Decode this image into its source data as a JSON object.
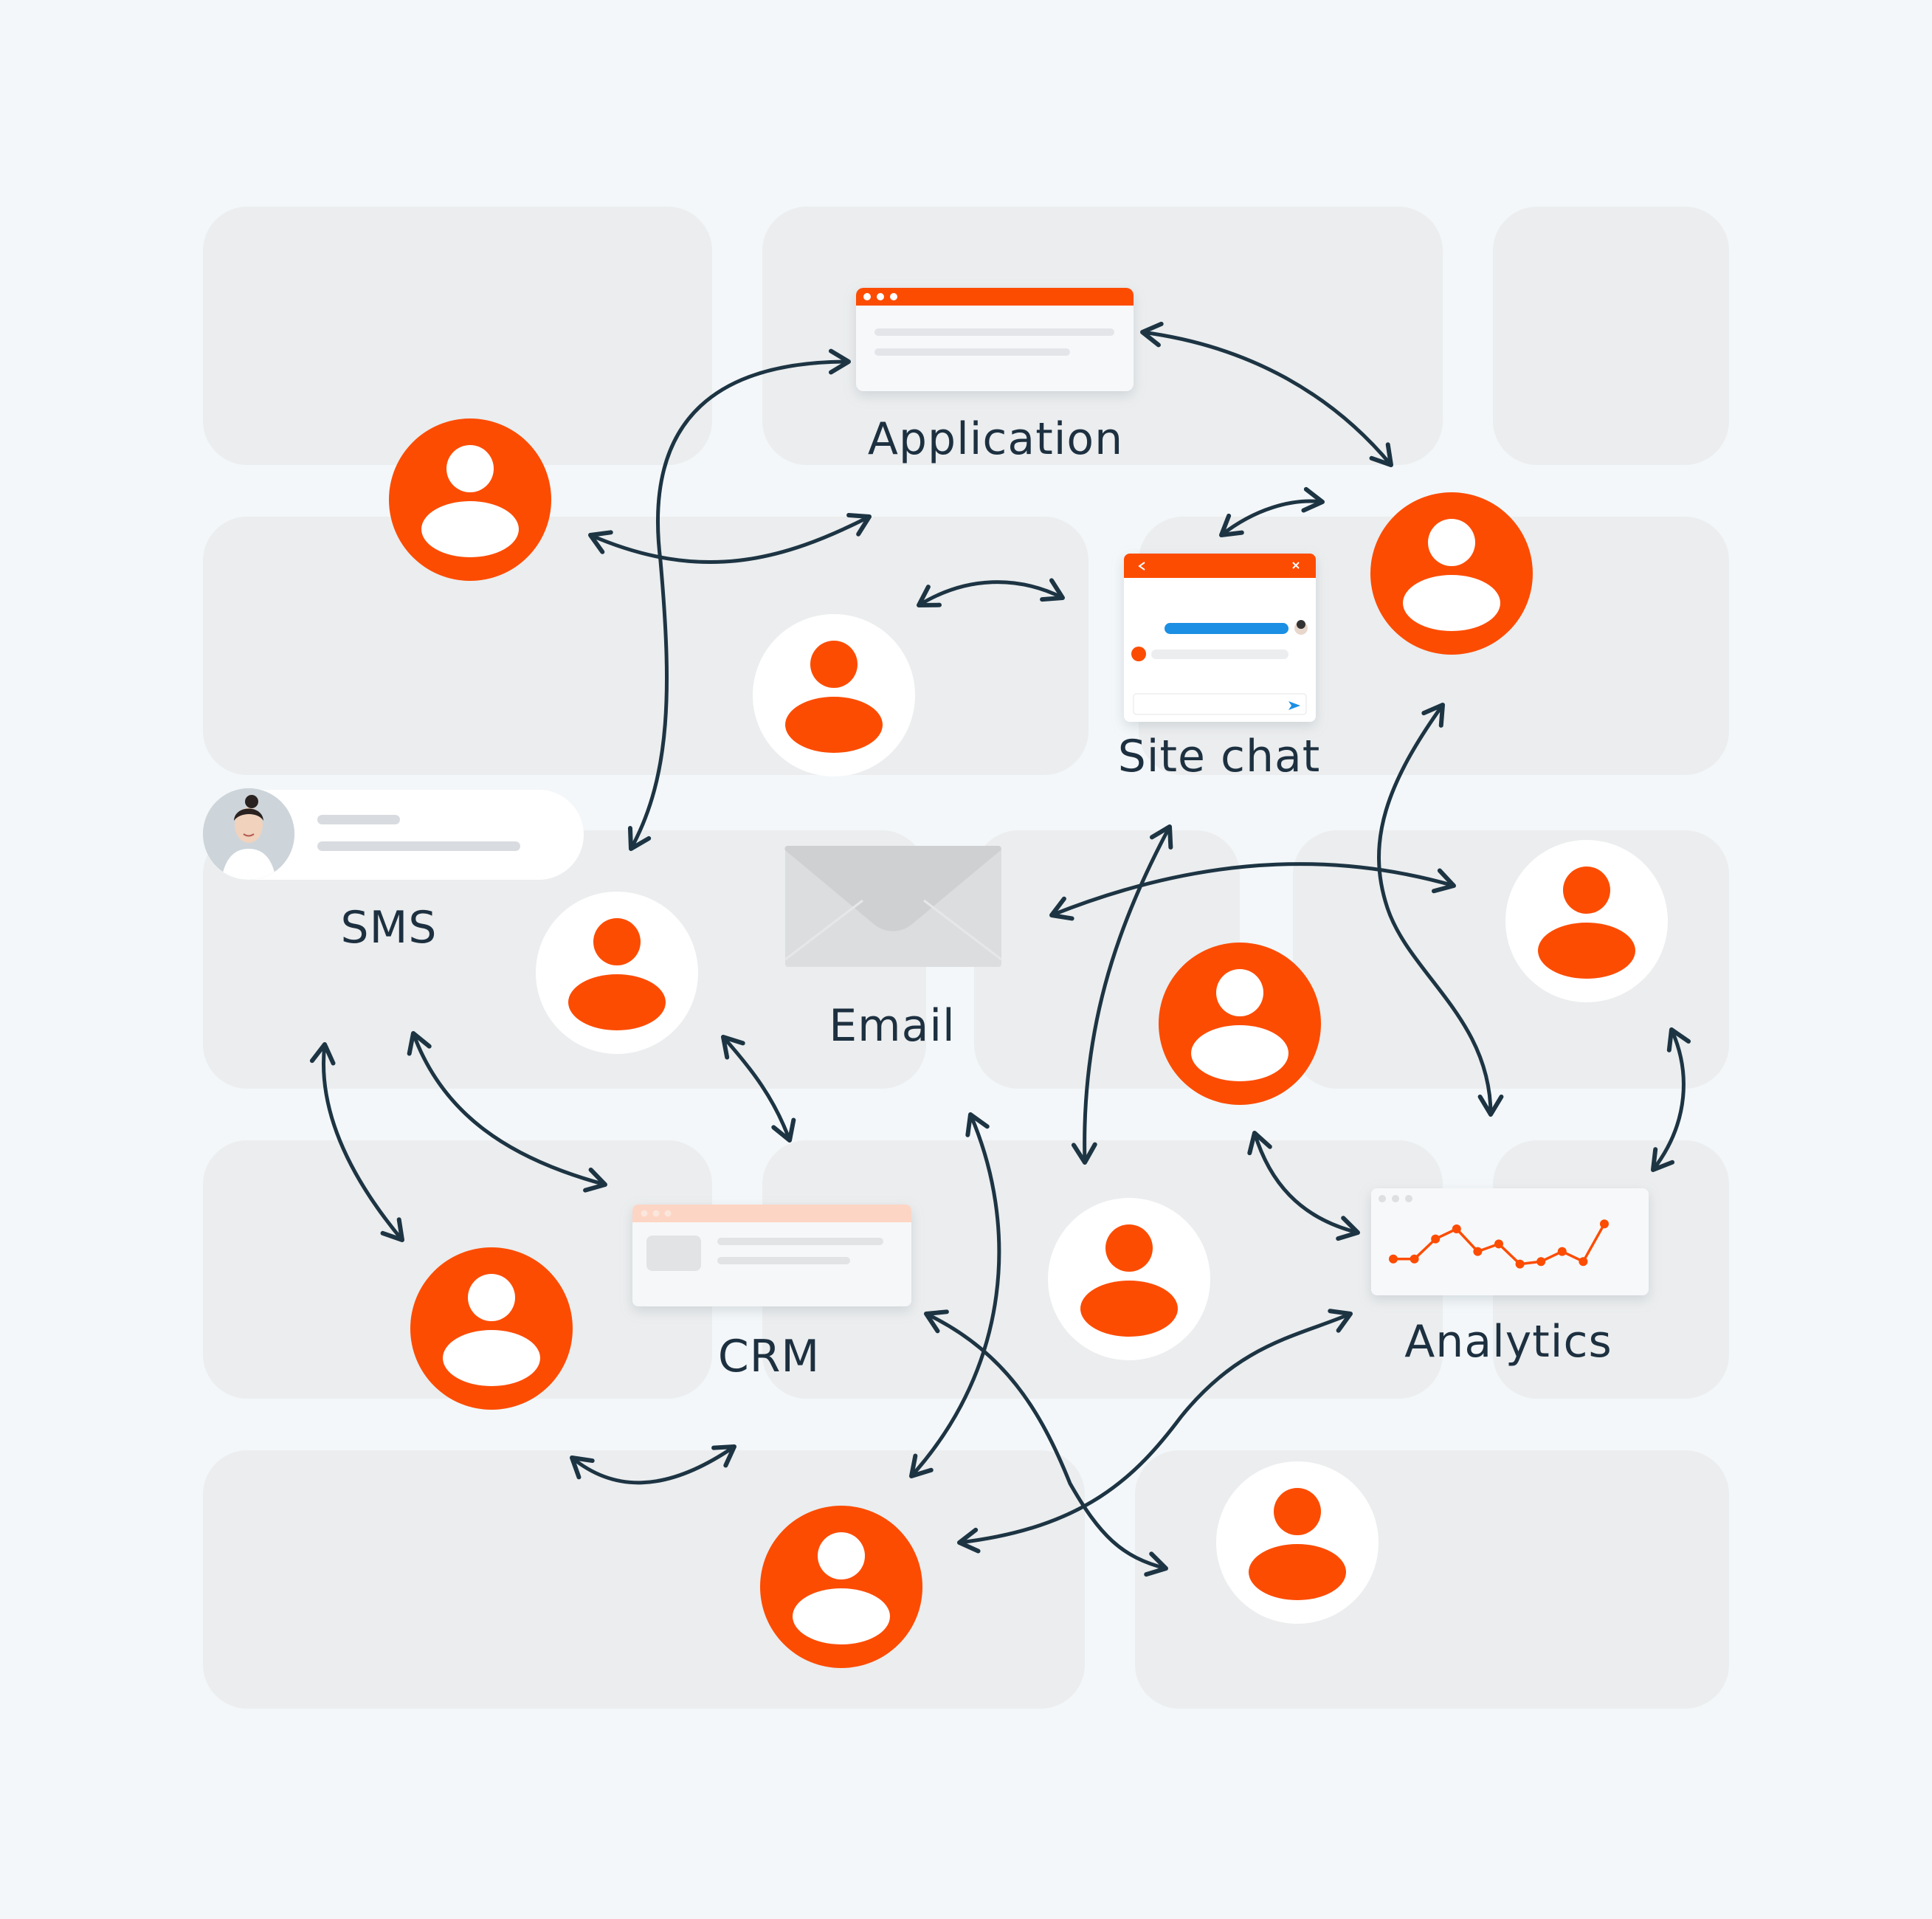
{
  "labels": {
    "application": "Application",
    "site_chat": "Site chat",
    "sms": "SMS",
    "email": "Email",
    "crm": "CRM",
    "analytics": "Analytics"
  },
  "colors": {
    "background": "#f3f7f9",
    "tile": "#ebedee",
    "accent": "#fc4c02",
    "arrow": "#1d3443",
    "card": "#f7f8fa",
    "chat_bubble": "#1b8fe3",
    "envelope": "#d6d7d9"
  },
  "icons": {
    "user": "user-icon",
    "envelope": "envelope-icon",
    "avatar": "contact-photo-avatar",
    "send": "send-icon"
  },
  "chart_series": [
    0.15,
    0.15,
    0.55,
    0.75,
    0.3,
    0.45,
    0.05,
    0.1,
    0.3,
    0.1,
    0.85
  ]
}
